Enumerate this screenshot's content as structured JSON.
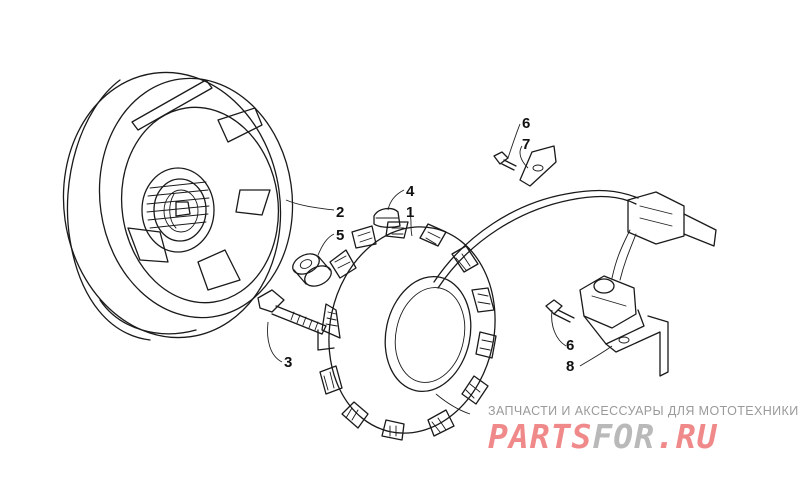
{
  "callouts": [
    {
      "id": "2",
      "text": "2"
    },
    {
      "id": "5",
      "text": "5"
    },
    {
      "id": "3",
      "text": "3"
    },
    {
      "id": "4",
      "text": "4"
    },
    {
      "id": "1",
      "text": "1"
    },
    {
      "id": "6a",
      "text": "6"
    },
    {
      "id": "7",
      "text": "7"
    },
    {
      "id": "6b",
      "text": "6"
    },
    {
      "id": "8",
      "text": "8"
    }
  ],
  "watermark": {
    "tagline": "ЗАПЧАСТИ И АКСЕССУАРЫ ДЛЯ МОТОТЕХНИКИ",
    "logo_part1": "PARTS",
    "logo_part2": "FOR",
    "logo_part3": ".RU",
    "colors": {
      "accent": "#f08a8a",
      "gray": "#b9b9b9",
      "tagline": "#9a9a9a"
    }
  }
}
